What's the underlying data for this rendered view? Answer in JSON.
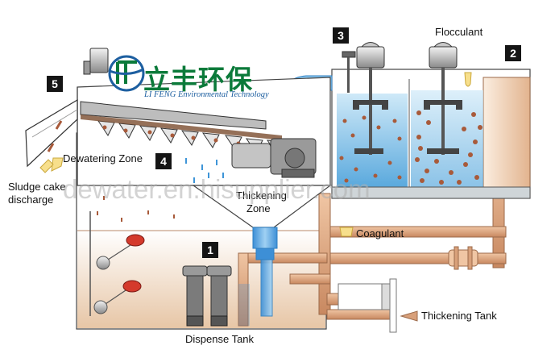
{
  "logo": {
    "chinese_name": "立丰环保",
    "english_name": "LI FENG Environmental Technology"
  },
  "watermark": "dewater.en.hisupplier.com",
  "labels": {
    "flocculant": "Flocculant",
    "sludge_cake_discharge_line1": "Sludge cake",
    "sludge_cake_discharge_line2": "discharge",
    "dewatering_zone": "Dewatering Zone",
    "thickening_zone_line1": "Thickening",
    "thickening_zone_line2": "Zone",
    "coagulant": "Coagulant",
    "thickening_tank": "Thickening Tank",
    "dispense_tank": "Dispense Tank"
  },
  "markers": {
    "m1": "1",
    "m2": "2",
    "m3": "3",
    "m4": "4",
    "m5": "5"
  },
  "colors": {
    "pipe": "#d8a07a",
    "tank_fill": "#e9c8a8",
    "water": "#5fb0e2",
    "sludge_dots": "#a85a3a",
    "logo_green": "#0b7a3a",
    "logo_blue": "#1d5fa0"
  }
}
